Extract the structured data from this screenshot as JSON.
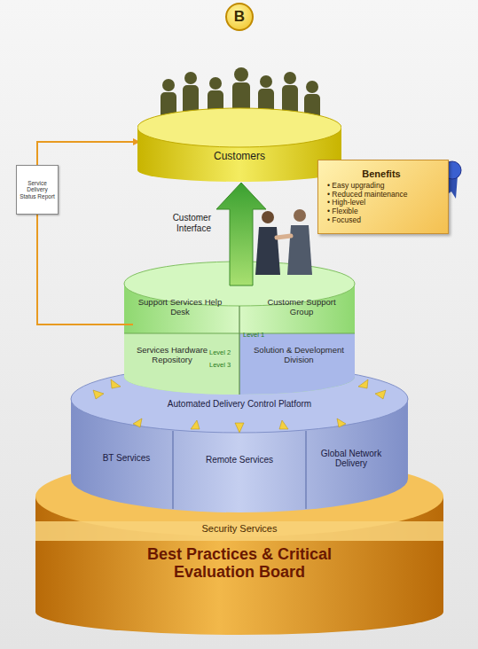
{
  "diagram": {
    "nodes": [
      {
        "text": [
          "B"
        ]
      },
      {
        "text": [
          "Customers"
        ]
      },
      {
        "text": [
          "Service Delivery Status Report"
        ]
      },
      {
        "text": [
          "Benefits",
          "• Easy upgrading",
          "• Reduced maintenance",
          "• High-level",
          "• Flexible",
          "• Focused"
        ]
      },
      {
        "text": [
          "Support Services Help Desk"
        ]
      },
      {
        "text": [
          "Customer Support Group"
        ]
      },
      {
        "text": [
          "Services Hardware Repository"
        ]
      },
      {
        "text": [
          "Solution & Development Division"
        ]
      },
      {
        "text": [
          "Automated Delivery Control Platform"
        ]
      },
      {
        "text": [
          "BT Services"
        ]
      },
      {
        "text": [
          "Remote Services"
        ]
      },
      {
        "text": [
          "Global Network Delivery"
        ]
      },
      {
        "text": [
          "Security Services",
          "Best Practices & Critical Evaluation Board"
        ]
      }
    ],
    "edges": [
      {
        "from": 4,
        "to": 2,
        "arrow": "none"
      },
      {
        "from": 2,
        "to": 1,
        "arrow": "to"
      },
      {
        "from": 5,
        "to": 1,
        "label": "Customer Interface",
        "arrow": "to"
      }
    ],
    "labels": [
      "Level 1",
      "Level 2",
      "Level 3"
    ]
  }
}
